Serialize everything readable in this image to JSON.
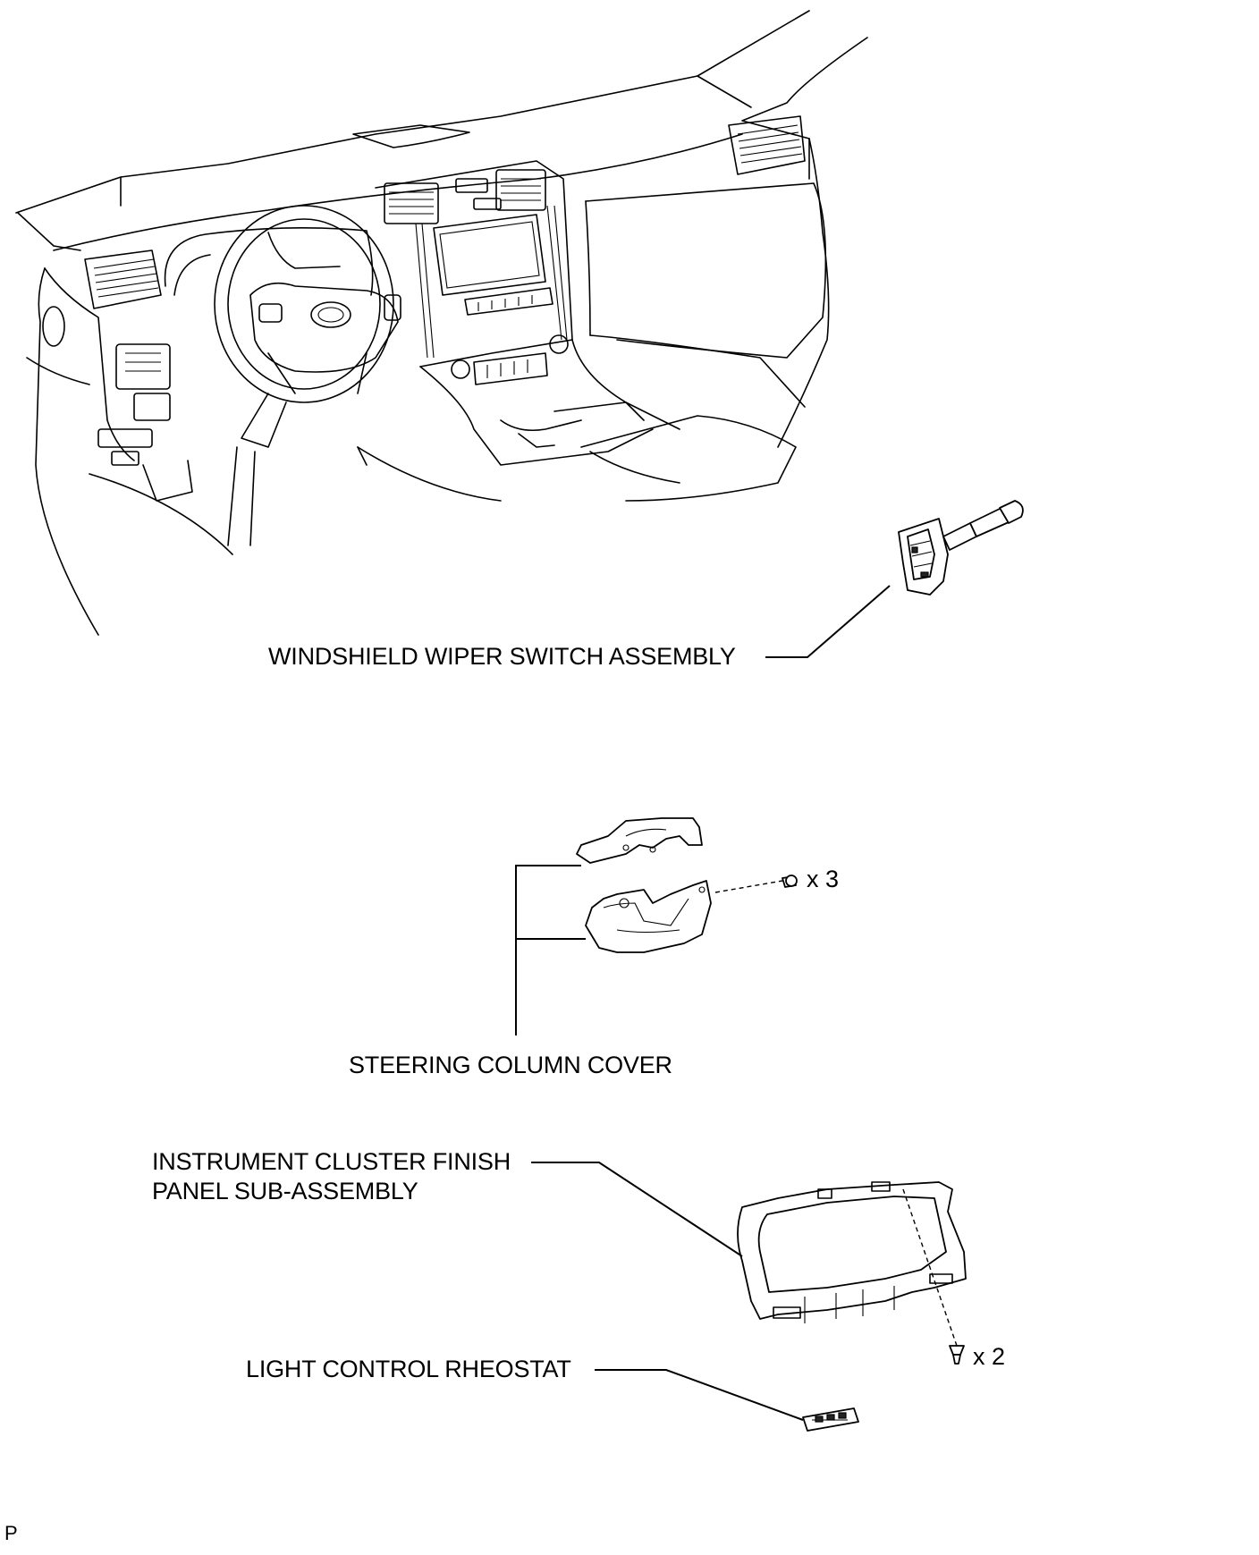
{
  "labels": {
    "wiper_switch": "WINDSHIELD WIPER SWITCH ASSEMBLY",
    "steering_cover": "STEERING COLUMN COVER",
    "cluster_panel_line1": "INSTRUMENT CLUSTER FINISH",
    "cluster_panel_line2": "PANEL SUB-ASSEMBLY",
    "rheostat": "LIGHT CONTROL RHEOSTAT"
  },
  "quantities": {
    "cover_screws": "x 3",
    "panel_clips": "x 2"
  },
  "corner_mark": "P"
}
